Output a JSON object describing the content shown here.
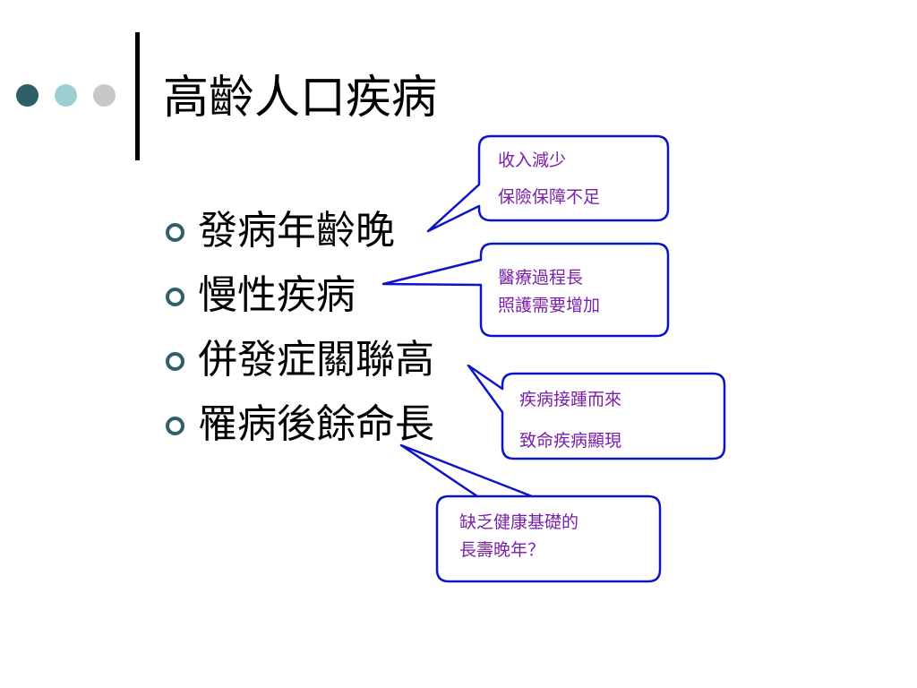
{
  "slide": {
    "title": "高齡人口疾病",
    "bullets": [
      "發病年齡晚",
      "慢性疾病",
      "併發症關聯高",
      "罹病後餘命長"
    ],
    "callouts": [
      {
        "lines": [
          "收入減少",
          "保險保障不足"
        ]
      },
      {
        "lines": [
          "醫療過程長",
          "照護需要增加"
        ]
      },
      {
        "lines": [
          "疾病接踵而來",
          "致命疾病顯現"
        ]
      },
      {
        "lines": [
          "缺乏健康基礎的",
          "長壽晚年？"
        ]
      }
    ]
  },
  "colors": {
    "dot_dark": "#2e5e66",
    "dot_teal": "#9ccfd1",
    "dot_gray": "#c8c8c8",
    "callout_border": "#0b14c8",
    "callout_text": "#7a1fa8",
    "bullet_mark": "#2f5f6b"
  }
}
